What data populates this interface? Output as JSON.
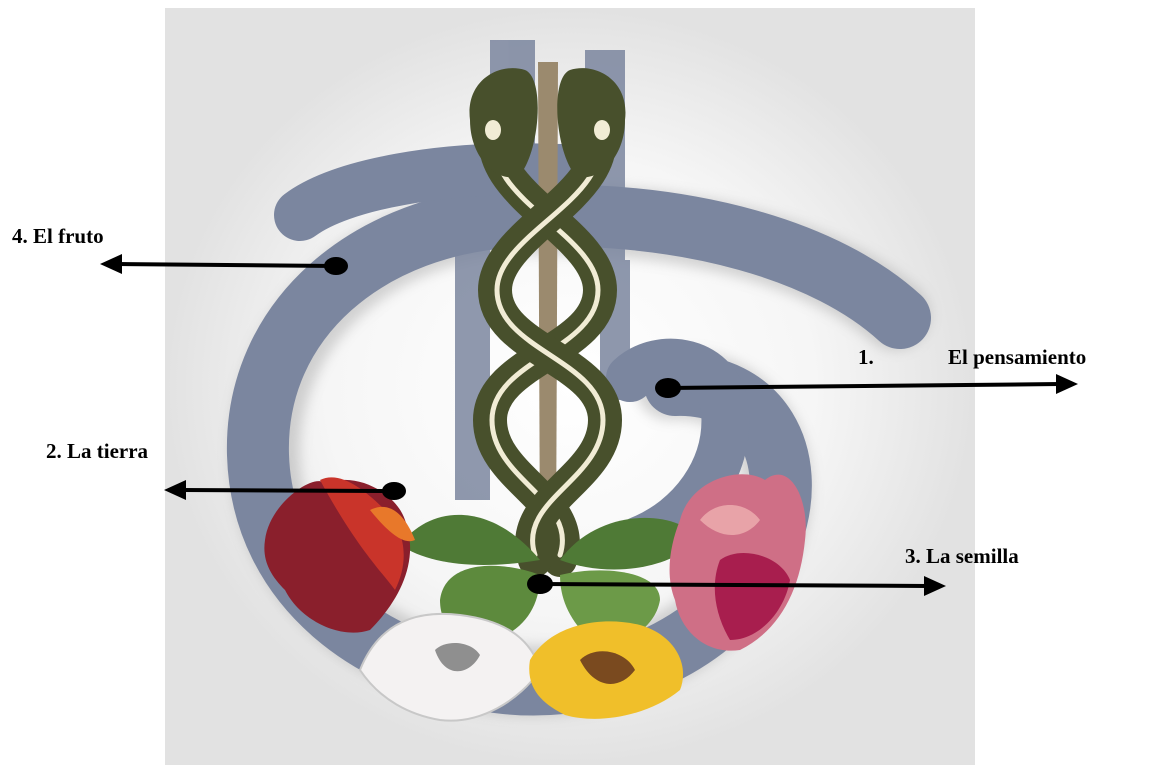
{
  "labels": {
    "fruto": "4. El fruto",
    "pensamiento_num": "1.",
    "pensamiento_text": "El pensamiento",
    "tierra": "2. La tierra",
    "semilla": "3. La semilla"
  },
  "colors": {
    "background_square": "#ececec",
    "spiral": "#7b869f",
    "snake": "#48502c",
    "snake_stripe": "#f1ecd5",
    "staff": "#9b8a6e",
    "arrow": "#000000",
    "flower_red": "#a6262d",
    "flower_white": "#f4f2f2",
    "flower_yellow": "#f0bf2a",
    "flower_pink": "#cf6f86",
    "leaves": "#5d8a3d"
  }
}
